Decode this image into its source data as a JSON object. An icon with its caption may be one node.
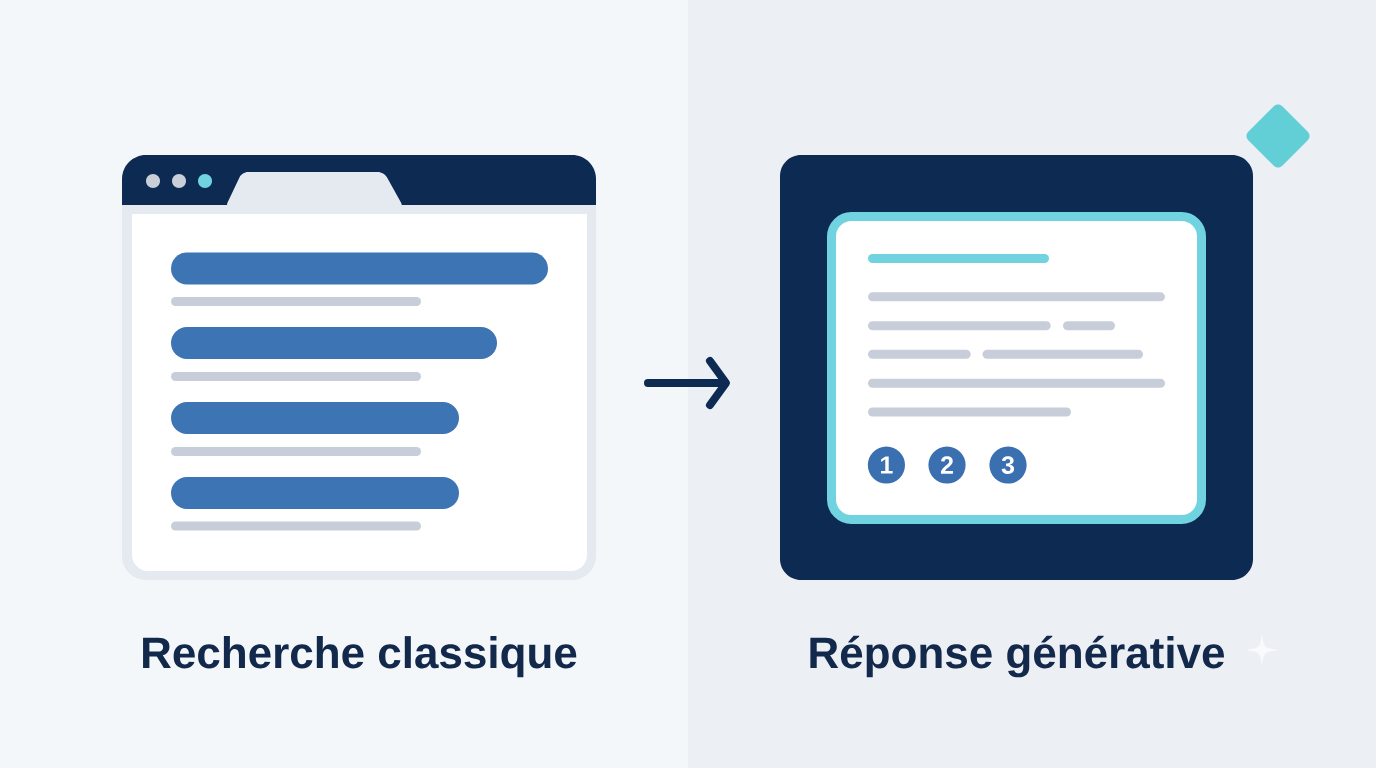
{
  "diagram": {
    "nodes": [
      {
        "text": [
          "Recherche classique"
        ]
      },
      {
        "text": [
          "Réponse générative"
        ]
      },
      {
        "text": [],
        "shape": "box",
        "in": 1
      },
      {
        "text": [
          "1"
        ],
        "in": 2
      },
      {
        "text": [
          "2"
        ],
        "in": 2
      },
      {
        "text": [
          "3"
        ],
        "in": 2
      }
    ],
    "edges": [
      {
        "from": 0,
        "to": 1,
        "arrow": "to"
      }
    ]
  }
}
